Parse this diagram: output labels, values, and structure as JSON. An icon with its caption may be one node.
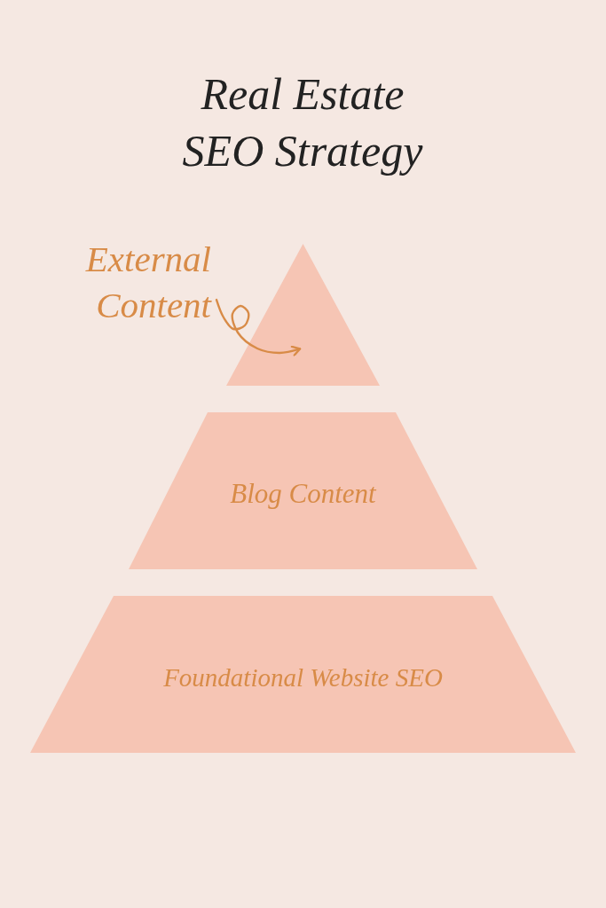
{
  "diagram": {
    "title": "Real Estate SEO Strategy",
    "nodes": [
      {
        "text": [
          "External Content"
        ]
      },
      {
        "text": [],
        "shape": "triangle"
      },
      {
        "text": [
          "Blog Content"
        ]
      },
      {
        "text": [
          "Foundational Website SEO"
        ]
      }
    ],
    "edges": [
      {
        "from": 0,
        "to": 1,
        "arrow": "to"
      }
    ]
  }
}
